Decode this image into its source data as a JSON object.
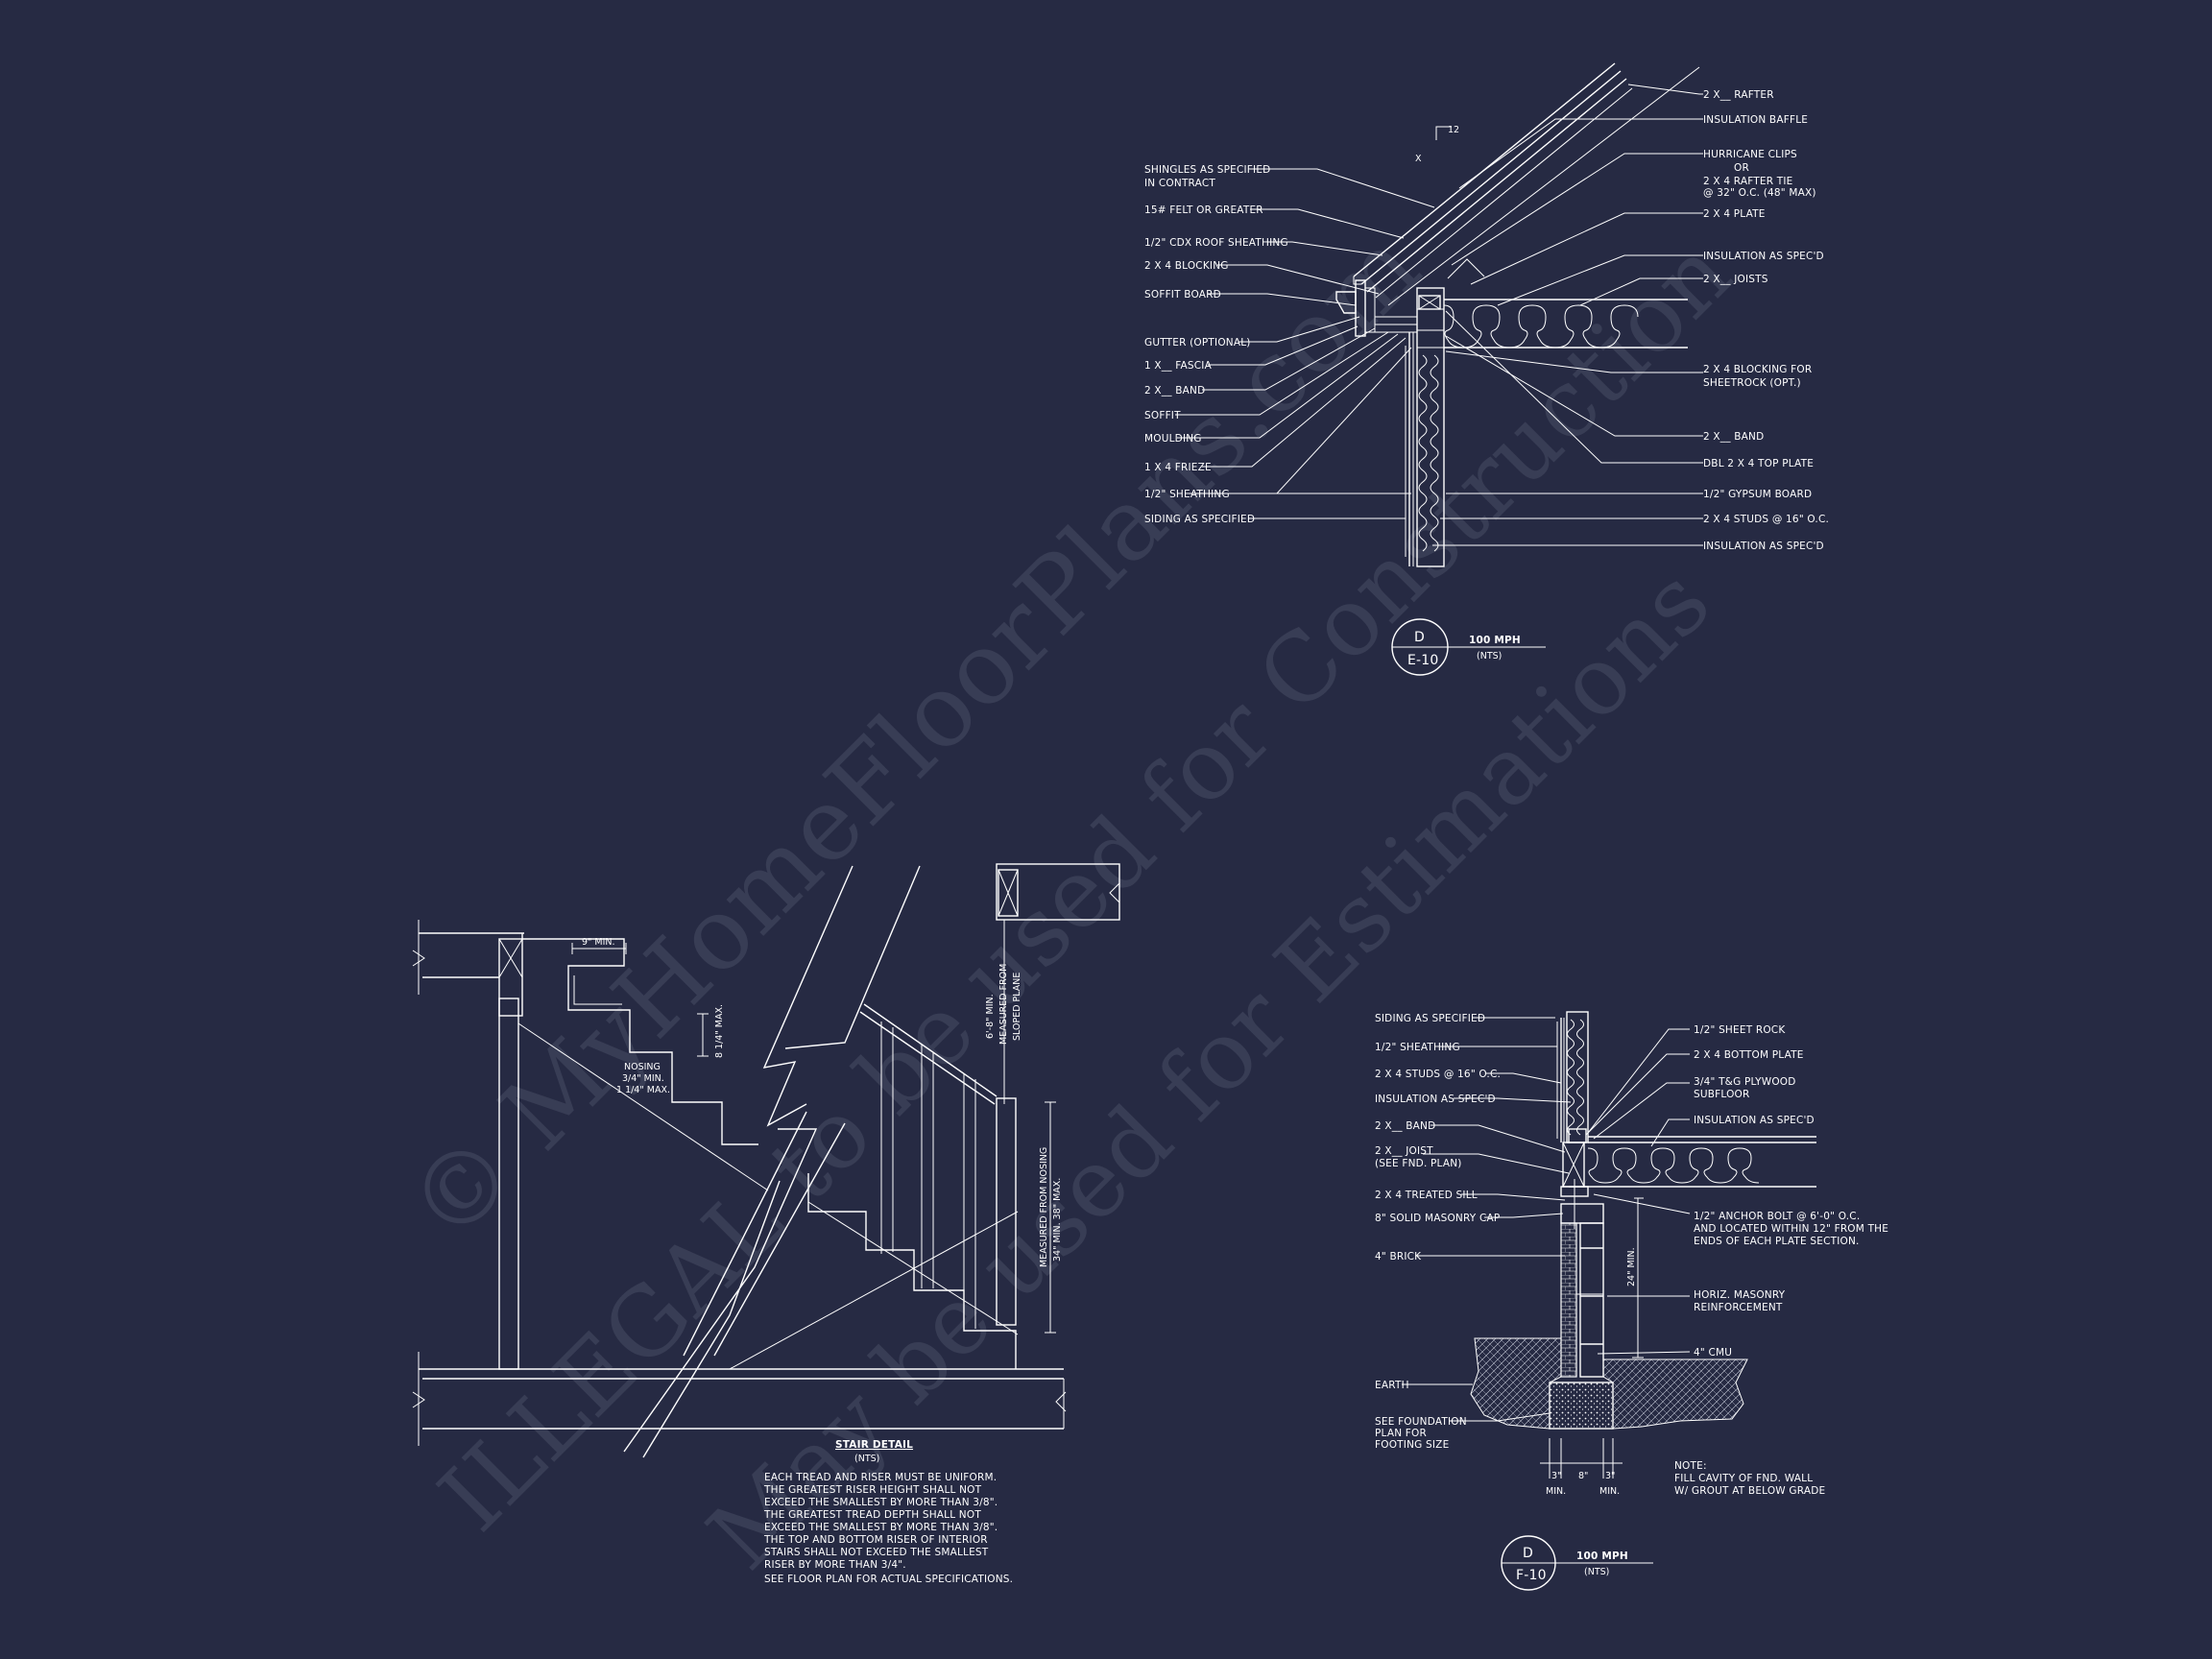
{
  "eave_detail": {
    "labels_left": [
      "SHINGLES AS SPECIFIED",
      "IN CONTRACT",
      "15# FELT OR GREATER",
      "1/2\" CDX ROOF SHEATHING",
      "2 X 4 BLOCKING",
      "SOFFIT BOARD",
      "GUTTER (OPTIONAL)",
      "1 X__ FASCIA",
      "2 X__ BAND",
      "SOFFIT",
      "MOULDING",
      "1 X 4 FRIEZE",
      "1/2\" SHEATHING",
      "SIDING AS SPECIFIED"
    ],
    "labels_right": [
      "2 X__ RAFTER",
      "INSULATION BAFFLE",
      "HURRICANE CLIPS",
      "OR",
      "2 X 4 RAFTER TIE",
      "@ 32\" O.C. (48\" MAX)",
      "2 X 4 PLATE",
      "INSULATION AS SPEC'D",
      "2 X__ JOISTS",
      "2 X 4 BLOCKING FOR",
      "SHEETROCK (OPT.)",
      "2 X__ BAND",
      "DBL 2 X 4 TOP PLATE",
      "1/2\" GYPSUM BOARD",
      "2 X 4 STUDS @ 16\" O.C.",
      "INSULATION AS SPEC'D"
    ],
    "pitch_x": "X",
    "pitch_12": "12",
    "callout": {
      "letter": "D",
      "sheet": "E-10",
      "wind": "100 MPH",
      "scale": "(NTS)"
    }
  },
  "stair_detail": {
    "dim_9min": "9\" MIN.",
    "dim_riser": "8 1/4\" MAX.",
    "nosing": [
      "NOSING",
      "3/4\" MIN.",
      "1 1/4\" MAX."
    ],
    "headroom": [
      "6'-8\" MIN.",
      "MEASURED FROM",
      "SLOPED PLANE"
    ],
    "handrail": [
      "MEASURED FROM NOSING",
      "34\" MIN. 38\" MAX."
    ],
    "title": "STAIR DETAIL",
    "scale": "(NTS)",
    "notes": [
      "EACH TREAD AND RISER MUST BE UNIFORM.",
      "THE GREATEST RISER HEIGHT SHALL NOT",
      "EXCEED THE SMALLEST BY MORE THAN  3/8\".",
      "THE GREATEST TREAD DEPTH SHALL NOT",
      "EXCEED THE SMALLEST BY MORE THAN  3/8\".",
      "THE TOP AND BOTTOM RISER OF INTERIOR",
      "STAIRS SHALL NOT EXCEED THE SMALLEST",
      "RISER BY MORE THAN 3/4\"."
    ],
    "notes_last": "SEE FLOOR PLAN FOR ACTUAL SPECIFICATIONS."
  },
  "foundation_detail": {
    "labels_left": [
      "SIDING AS SPECIFIED",
      "1/2\" SHEATHING",
      "2 X 4 STUDS @ 16\" O.C.",
      "INSULATION AS SPEC'D",
      "2 X__ BAND",
      "2 X__ JOIST",
      "(SEE FND. PLAN)",
      "2 X 4 TREATED SILL",
      "8\" SOLID MASONRY CAP",
      "4\" BRICK",
      "EARTH",
      "SEE FOUNDATION",
      "PLAN FOR",
      "FOOTING SIZE"
    ],
    "labels_right": [
      "1/2\" SHEET ROCK",
      "2 X 4 BOTTOM PLATE",
      "3/4\" T&G PLYWOOD",
      "SUBFLOOR",
      "INSULATION AS SPEC'D",
      "1/2\" ANCHOR BOLT @ 6'-0\" O.C.",
      "AND LOCATED WITHIN 12\" FROM THE",
      "ENDS OF EACH PLATE SECTION.",
      "HORIZ. MASONRY",
      "REINFORCEMENT",
      "4\" CMU"
    ],
    "dim_24": "24\" MIN.",
    "dims_bottom": [
      "3\"",
      "8\"",
      "3\"",
      "MIN.",
      "MIN."
    ],
    "note": [
      "NOTE:",
      "FILL CAVITY OF FND. WALL",
      "W/ GROUT AT BELOW GRADE"
    ],
    "callout": {
      "letter": "D",
      "sheet": "F-10",
      "wind": "100 MPH",
      "scale": "(NTS)"
    }
  },
  "watermark": [
    "© MyHomeFloorPlans.com",
    "ILLEGAL to be used for Construction",
    "May be used for Estimations"
  ]
}
